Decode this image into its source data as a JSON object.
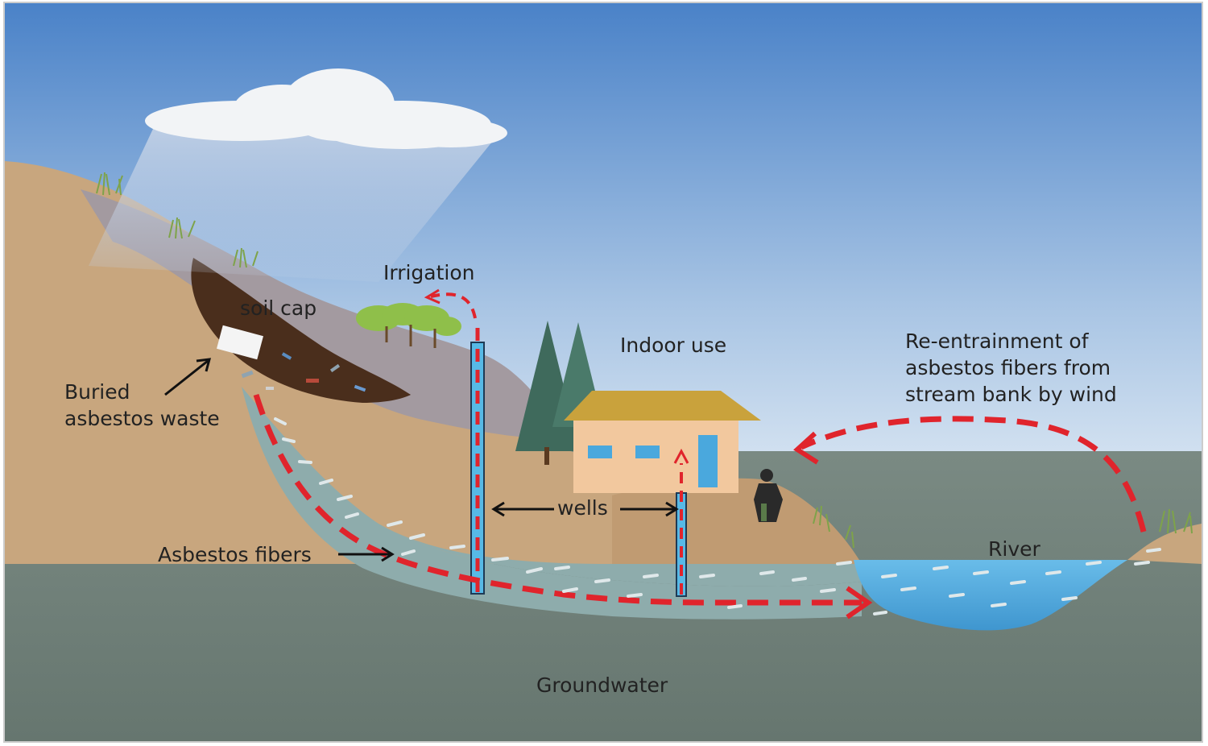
{
  "labels": {
    "soil_cap": "soil cap",
    "irrigation": "Irrigation",
    "indoor_use": "Indoor use",
    "reentrainment": "Re-entrainment of\nasbestos fibers from\nstream bank by wind",
    "buried_waste": "Buried\nasbestos waste",
    "wells": "wells",
    "asbestos_fibers": "Asbestos fibers",
    "river": "River",
    "groundwater": "Groundwater"
  },
  "colors": {
    "sky_top": "#4a82c8",
    "sky_bottom": "#eef4f9",
    "hill": "#c8a67e",
    "hill_shadow": "#b9966f",
    "soil_cap": "#a39aa0",
    "waste": "#4a2e1c",
    "groundwater": "#6e7f78",
    "aquifer": "#8eacac",
    "river": "#5aaee0",
    "flow_arrow": "#e0242c",
    "fiber": "#dfe8ea",
    "pipe": "#57b9e6",
    "house_wall": "#f2c89e",
    "house_roof": "#c9a23c",
    "window": "#4aa8dd",
    "tree": "#3f6a5c",
    "bush": "#8fbf4a"
  },
  "icons": [
    "cloud-icon",
    "rain-icon",
    "house-icon",
    "pine-tree-icon",
    "bush-icon",
    "person-icon",
    "grass-icon"
  ]
}
